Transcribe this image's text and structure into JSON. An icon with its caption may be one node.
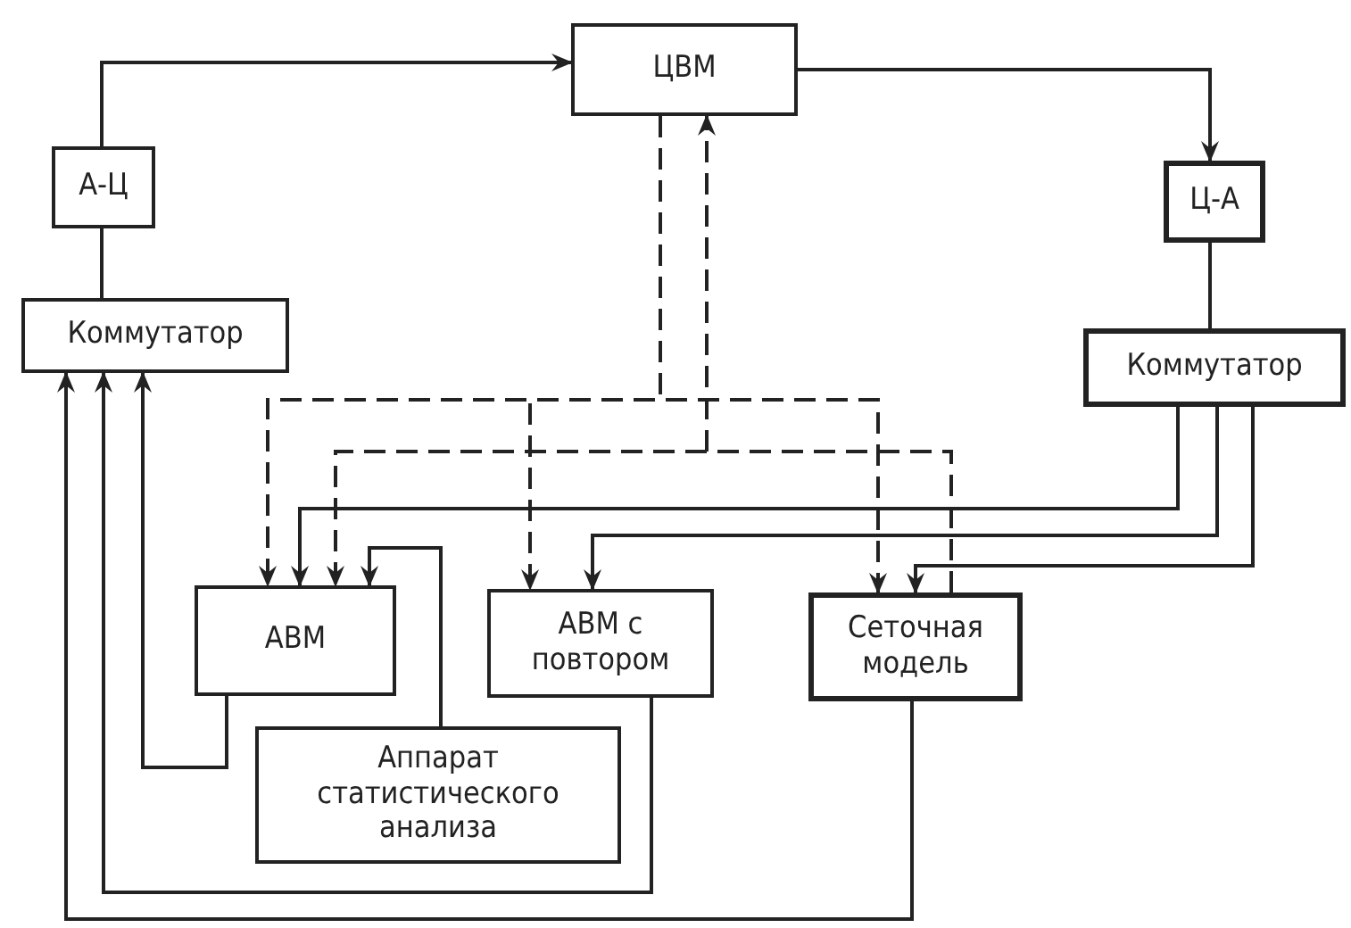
{
  "diagram": {
    "nodes": [
      {
        "text": [
          "ЦВМ"
        ]
      },
      {
        "text": [
          "А-Ц"
        ]
      },
      {
        "text": [
          "Коммутатор"
        ]
      },
      {
        "text": [
          "Ц-А"
        ]
      },
      {
        "text": [
          "Коммутатор"
        ]
      },
      {
        "text": [
          "АВМ"
        ]
      },
      {
        "text": [
          "АВМ с повтором"
        ]
      },
      {
        "text": [
          "Сеточная модель"
        ]
      },
      {
        "text": [
          "Аппарат статистического анализа"
        ]
      }
    ],
    "edges": [
      {
        "from": 1,
        "to": 0,
        "arrow": "to"
      },
      {
        "from": 2,
        "to": 1,
        "arrow": "none"
      },
      {
        "from": 0,
        "to": 3,
        "arrow": "to"
      },
      {
        "from": 3,
        "to": 4,
        "arrow": "none"
      },
      {
        "from": 0,
        "to": 5,
        "arrow": "to",
        "style": "dashed"
      },
      {
        "from": 0,
        "to": 6,
        "arrow": "to",
        "style": "dashed"
      },
      {
        "from": 0,
        "to": 7,
        "arrow": "to",
        "style": "dashed"
      },
      {
        "from": 7,
        "to": 0,
        "arrow": "to",
        "style": "dashed"
      },
      {
        "from": 7,
        "to": 5,
        "arrow": "to",
        "style": "dashed"
      },
      {
        "from": 4,
        "to": 5,
        "arrow": "to"
      },
      {
        "from": 4,
        "to": 6,
        "arrow": "to"
      },
      {
        "from": 4,
        "to": 7,
        "arrow": "to"
      },
      {
        "from": 8,
        "to": 5,
        "arrow": "to"
      },
      {
        "from": 5,
        "to": 2,
        "arrow": "to"
      },
      {
        "from": 6,
        "to": 2,
        "arrow": "to"
      },
      {
        "from": 7,
        "to": 2,
        "arrow": "to"
      }
    ]
  }
}
